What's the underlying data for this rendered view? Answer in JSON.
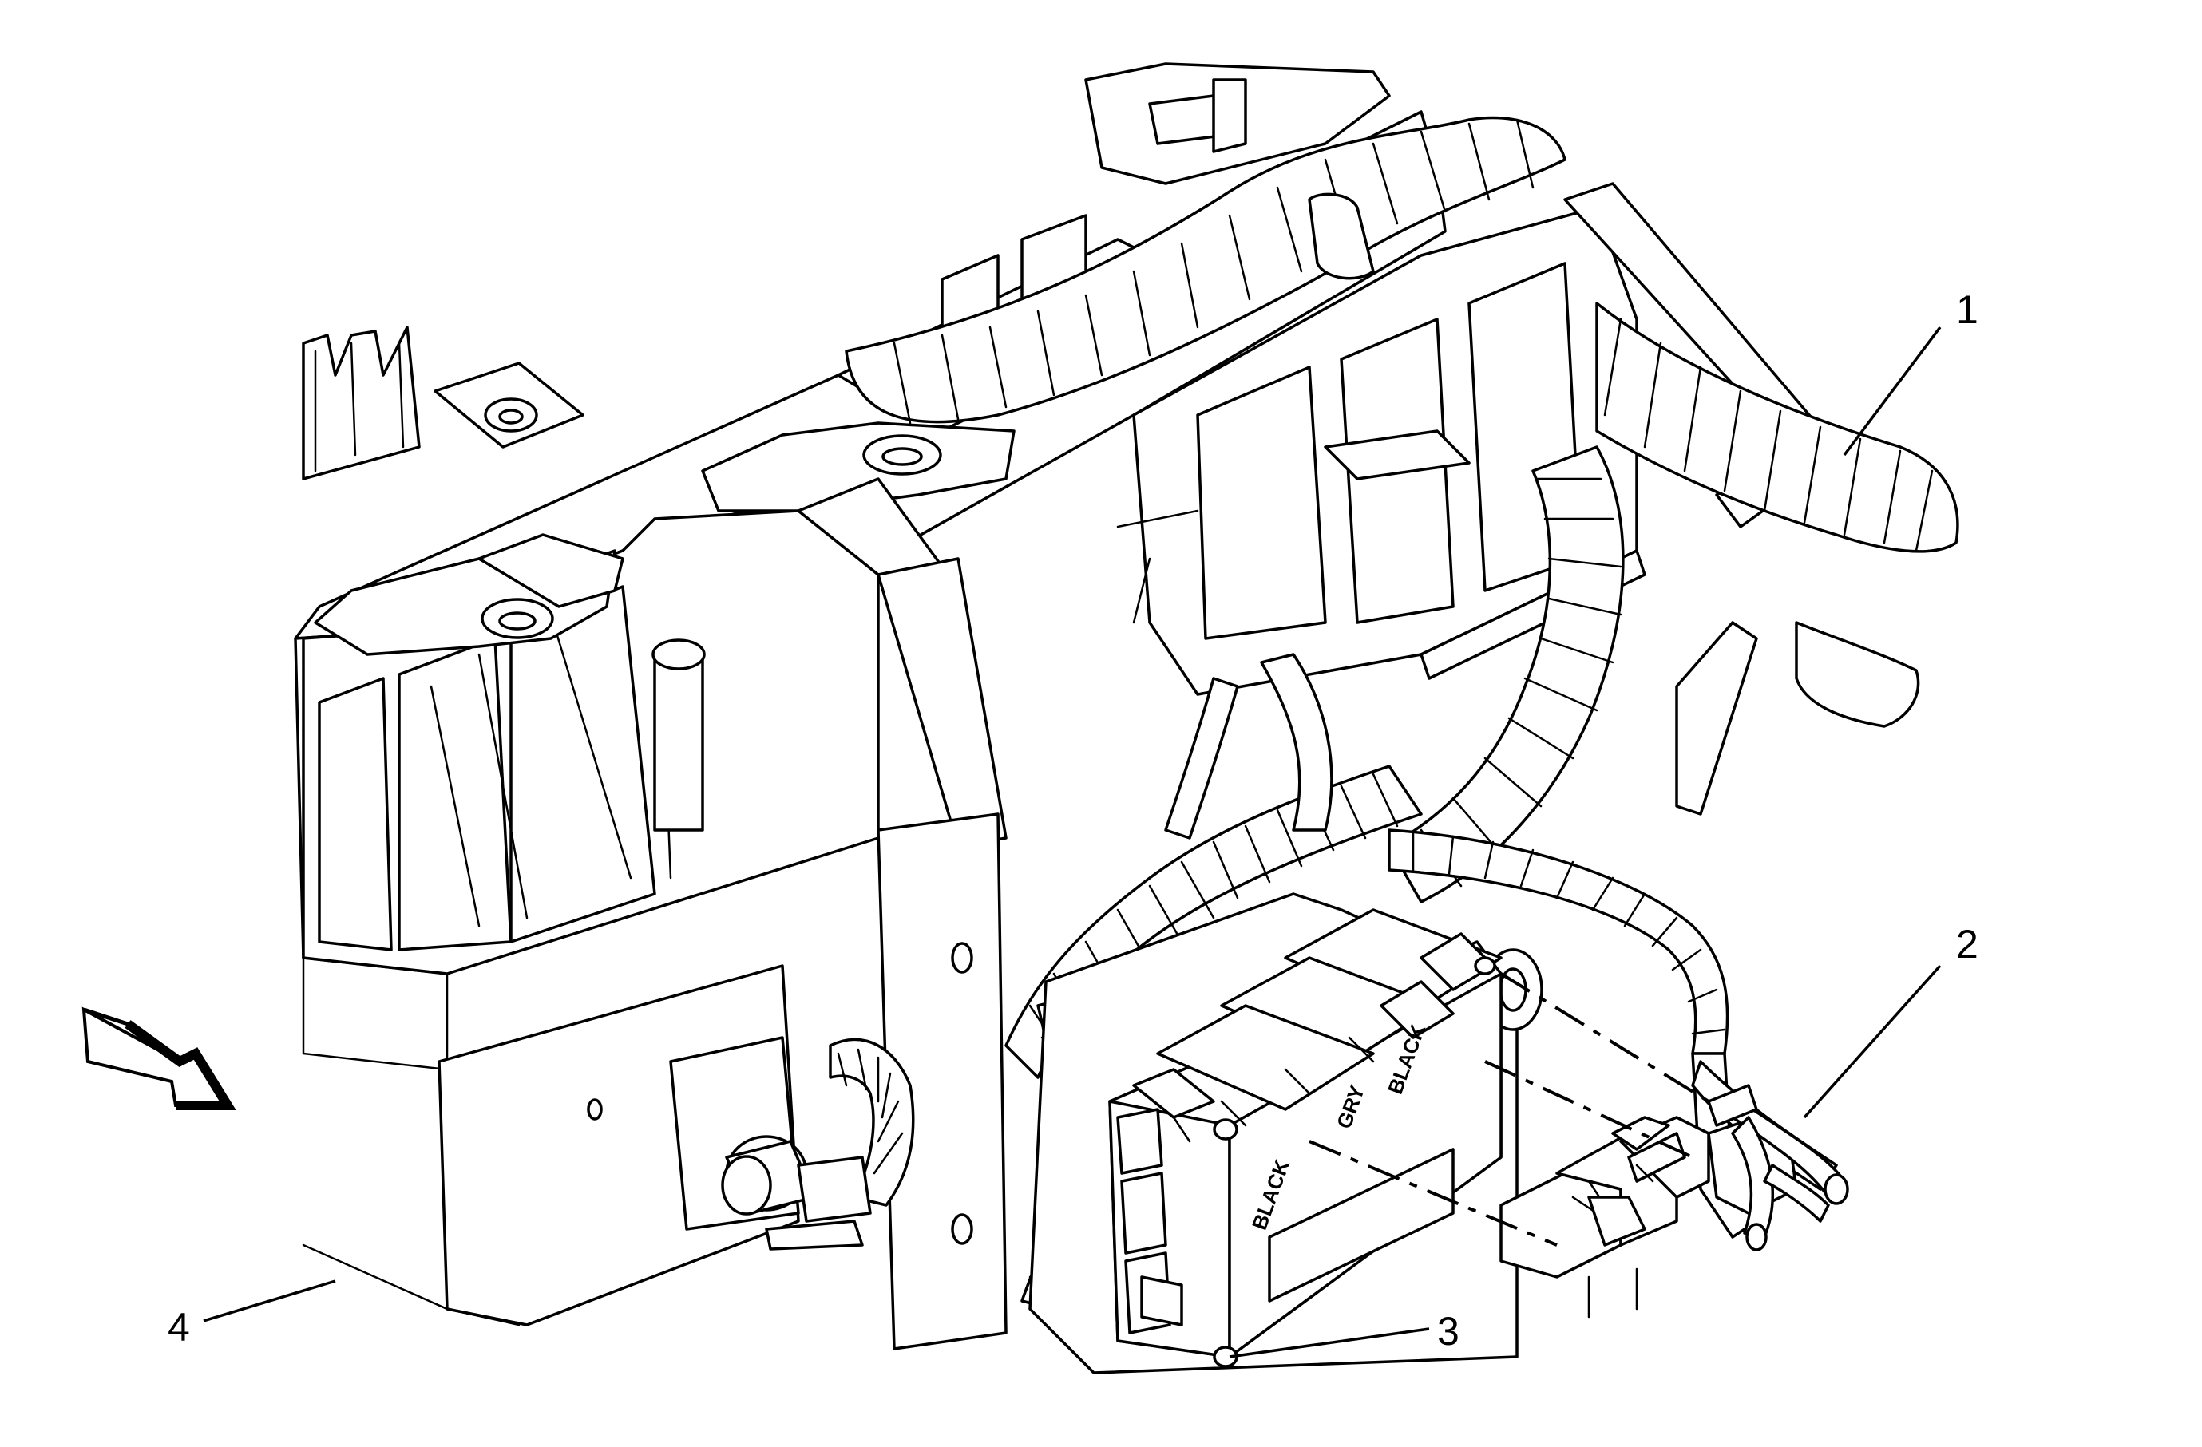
{
  "callouts": [
    {
      "id": "1",
      "label": "1"
    },
    {
      "id": "2",
      "label": "2"
    },
    {
      "id": "3",
      "label": "3"
    },
    {
      "id": "4",
      "label": "4"
    }
  ],
  "connector_labels": {
    "black_main": "BLACK",
    "black_upper": "BLACK",
    "gray_marker": "GRY"
  },
  "icons": {
    "direction_arrow": "front-of-vehicle-arrow-icon"
  }
}
